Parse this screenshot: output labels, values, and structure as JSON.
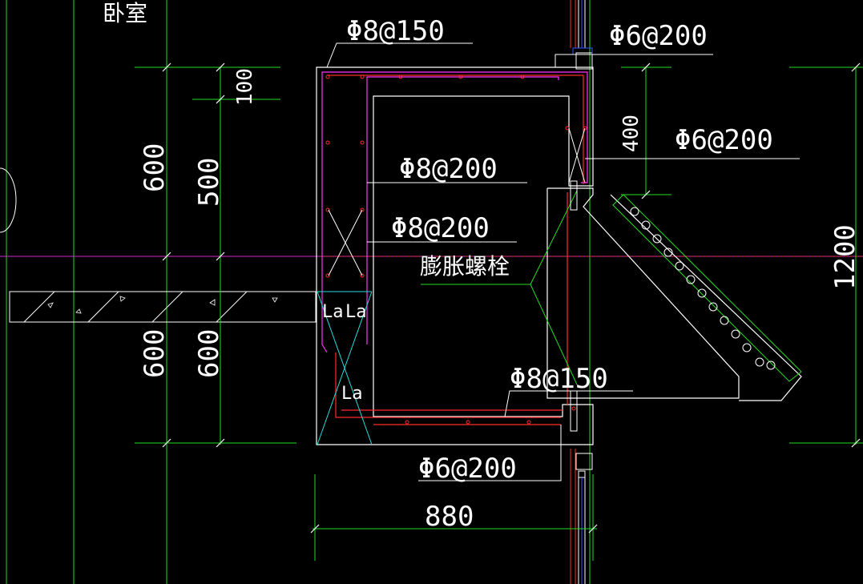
{
  "colors": {
    "background": "#000000",
    "outline": "#ffffff",
    "rebar": "#ff2a2a",
    "stirrup": "#ff33ff",
    "dimension": "#22dd22",
    "axis": "#cc33cc",
    "cyan": "#22dddd",
    "leader": "#ffffff"
  },
  "room_label": "卧室",
  "labels": {
    "top_rebar": "Φ8@150",
    "right_top_rebar": "Φ6@200",
    "right_mid_rebar": "Φ6@200",
    "inner_rebar_1": "Φ8@200",
    "inner_rebar_2": "Φ8@200",
    "expansion_bolt": "膨胀螺栓",
    "lower_rebar": "Φ8@150",
    "bottom_rebar": "Φ6@200",
    "anchor_1": "La",
    "anchor_2": "La",
    "anchor_3": "La"
  },
  "dimensions": {
    "left_outer_top": "600",
    "left_outer_bottom": "600",
    "left_inner_top": "500",
    "left_inner_bottom": "600",
    "left_small": "100",
    "right_small": "400",
    "right_total": "1200",
    "bottom_width": "880"
  }
}
